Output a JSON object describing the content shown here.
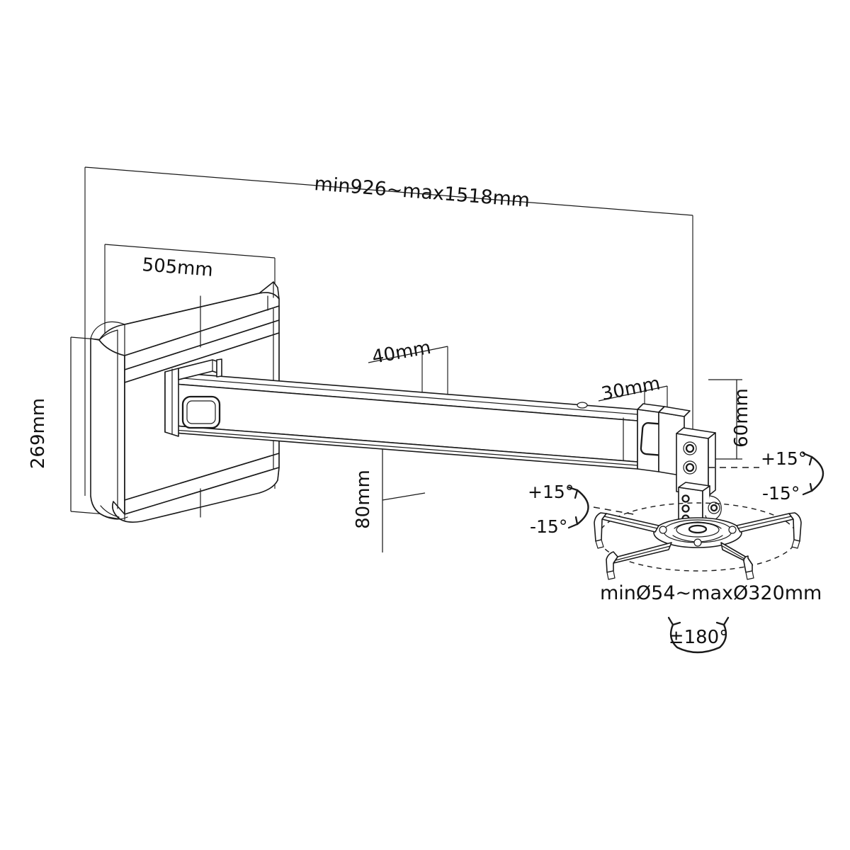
{
  "drawing": {
    "title": "Projector wall mount extension arm — dimensioned technical line drawing",
    "background_color": "#ffffff",
    "line_color": "#1a1a1a"
  },
  "dimensions": {
    "overall_extension": "min926~max1518mm",
    "plate_width": "505mm",
    "plate_height": "269mm",
    "arm_width": "40mm",
    "arm_height": "80mm",
    "head_width": "30mm",
    "head_height": "60mm"
  },
  "angles": {
    "tilt_upper_plus": "+15°",
    "tilt_upper_minus": "-15°",
    "tilt_lower_plus": "+15°",
    "tilt_lower_minus": "-15°",
    "swivel": "±180°"
  },
  "spider": {
    "range": "minØ54~maxØ320mm"
  },
  "labels": {
    "icon_overall_dimension": "dimension-line-icon",
    "icon_tilt_arrow": "tilt-arc-arrow-icon",
    "icon_swivel_arrow": "swivel-arc-arrow-icon",
    "icon_dashed_circle": "dashed-range-circle-icon"
  }
}
